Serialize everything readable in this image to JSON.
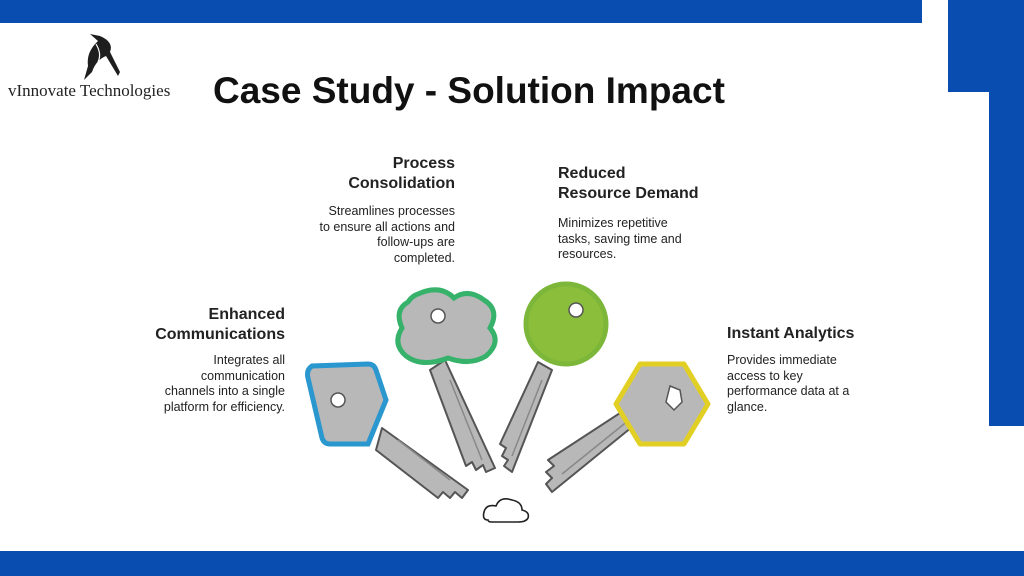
{
  "header": {
    "company": "vInnovate Technologies",
    "title": "Case Study - Solution Impact"
  },
  "items": [
    {
      "heading_lines": [
        "Enhanced",
        "Communications"
      ],
      "desc_lines": [
        "Integrates all",
        "communication",
        "channels into a single",
        "platform for efficiency."
      ],
      "color": "#2a97cf"
    },
    {
      "heading_lines": [
        "Process",
        "Consolidation"
      ],
      "desc_lines": [
        "Streamlines processes",
        "to ensure all actions and",
        "follow-ups are",
        "completed."
      ],
      "color": "#37b26b"
    },
    {
      "heading_lines": [
        "Reduced",
        "Resource Demand"
      ],
      "desc_lines": [
        "Minimizes repetitive",
        "tasks, saving time and",
        "resources."
      ],
      "color": "#7db73a"
    },
    {
      "heading_lines": [
        "Instant Analytics"
      ],
      "desc_lines": [
        "Provides immediate",
        "access to key",
        "performance data at a",
        "glance."
      ],
      "color": "#e2cf24"
    }
  ],
  "icons": {
    "center": "cloud-icon",
    "logo": "diver-logo-icon"
  },
  "colors": {
    "brand_blue": "#0a4db0",
    "key_gray": "#b8b8b8",
    "key_outline": "#555555"
  }
}
